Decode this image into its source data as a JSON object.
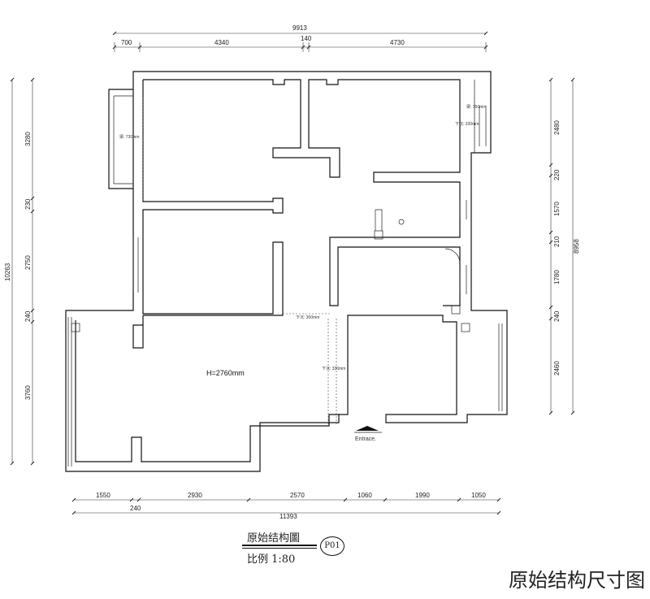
{
  "top_dimensions": {
    "overall": "9913",
    "segments": [
      "700",
      "4340",
      "140",
      "4730"
    ]
  },
  "bottom_dimensions": {
    "segments": [
      "1550",
      "2930",
      "2570",
      "1060",
      "1990",
      "1050"
    ],
    "small": "240",
    "overall": "11393"
  },
  "left_dimensions": {
    "overall": "10263",
    "segments": [
      "3280",
      "230",
      "2750",
      "240",
      "3760"
    ]
  },
  "right_dimensions": {
    "overall": "8958",
    "segments": [
      "2480",
      "220",
      "1570",
      "210",
      "1780",
      "240",
      "2460"
    ]
  },
  "annotations": {
    "ceiling_height": "H=2760mm",
    "entrance": "Entrace.",
    "beam_upper_left": "梁: 730mm",
    "beam_upper_right": "梁: 750mm",
    "beam_upper_right_2": "下沉: 330mm",
    "beam_living": "下沉: 300mm",
    "beam_corridor": "下沉: 330mm"
  },
  "title_block": {
    "drawing_title": "原始结构圖",
    "scale": "比例  1:80",
    "sheet_id": "P01"
  },
  "caption": "原始结构尺寸图"
}
